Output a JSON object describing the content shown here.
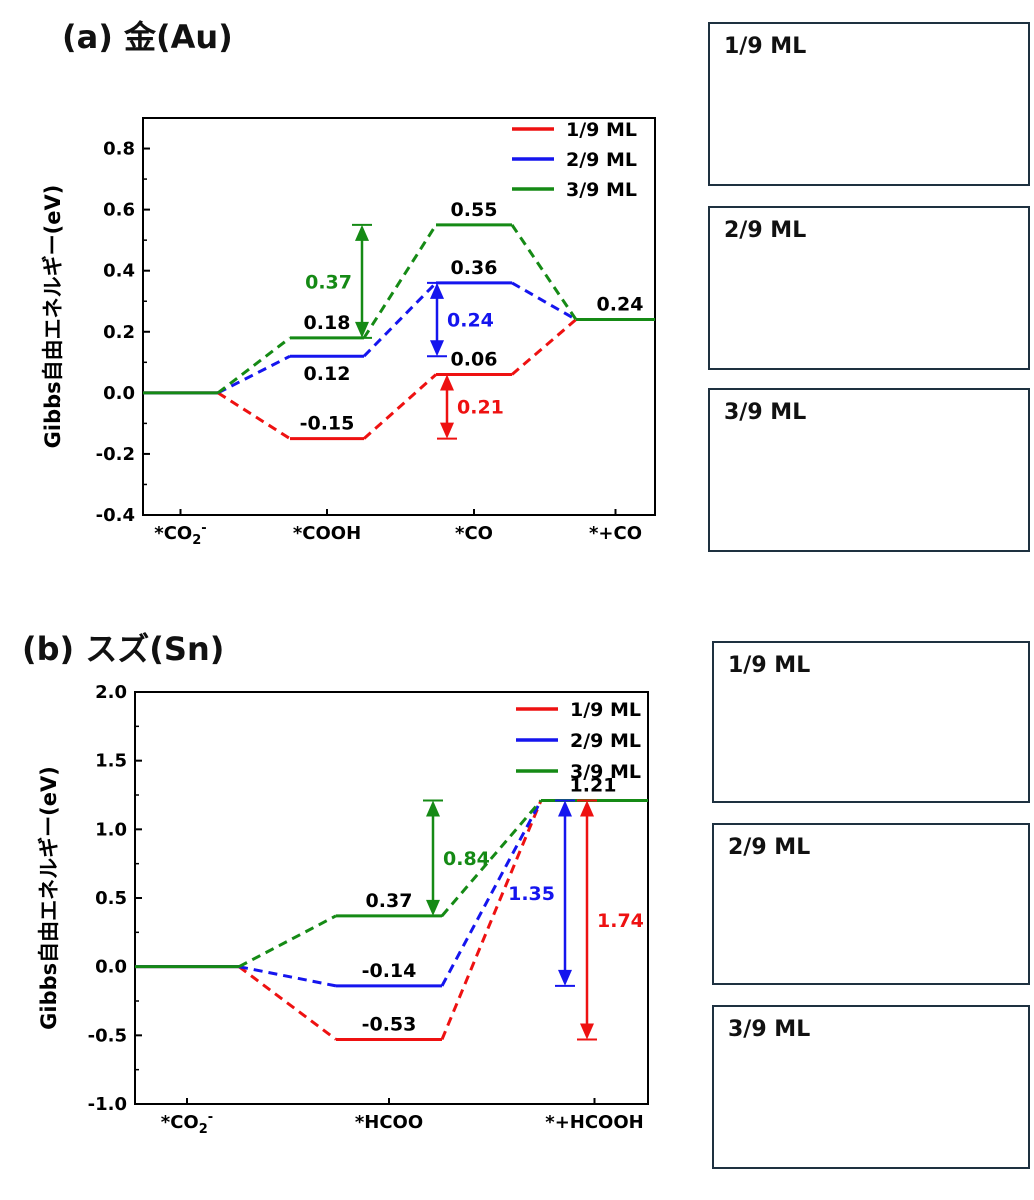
{
  "panel_a": {
    "title": "(a) 金(Au)",
    "structures": [
      {
        "label": "1/9 ML"
      },
      {
        "label": "2/9 ML"
      },
      {
        "label": "3/9 ML"
      }
    ]
  },
  "panel_b": {
    "title": "(b) スズ(Sn)",
    "structures": [
      {
        "label": "1/9 ML"
      },
      {
        "label": "2/9 ML"
      },
      {
        "label": "3/9 ML"
      }
    ]
  },
  "colors": {
    "red": "#ee1111",
    "blue": "#1515ee",
    "green": "#158a15",
    "gold": "#d9a21f",
    "tin": "#8d88a6",
    "oxygen": "#dd1c1c",
    "carbon": "#6b4a2b",
    "hydrogen": "#f3dede"
  },
  "chart_data": [
    {
      "type": "line",
      "title": "(a) 金(Au)",
      "ylabel": "Gibbs自由エネルギー(eV)",
      "xlabel": "",
      "ylim": [
        -0.4,
        0.9
      ],
      "yticks": [
        -0.4,
        -0.2,
        0.0,
        0.2,
        0.4,
        0.6,
        0.8
      ],
      "yticklabels": [
        "-0.4",
        "-0.2",
        "0.0",
        "0.2",
        "0.4",
        "0.6",
        "0.8"
      ],
      "categories": [
        "*CO2-",
        "*COOH",
        "*CO",
        "*+CO"
      ],
      "category_labels": [
        {
          "main": "*CO",
          "sub": "2",
          "sup": "-"
        },
        {
          "main": "*COOH",
          "sub": "",
          "sup": ""
        },
        {
          "main": "*CO",
          "sub": "",
          "sup": ""
        },
        {
          "main": "*+CO",
          "sub": "",
          "sup": ""
        }
      ],
      "legend_position": "top-right",
      "series": [
        {
          "name": "1/9 ML",
          "color": "#ee1111",
          "values": [
            0.0,
            -0.15,
            0.06,
            0.24
          ]
        },
        {
          "name": "2/9 ML",
          "color": "#1515ee",
          "values": [
            0.0,
            0.12,
            0.36,
            0.24
          ]
        },
        {
          "name": "3/9 ML",
          "color": "#158a15",
          "values": [
            0.0,
            0.18,
            0.55,
            0.24
          ]
        }
      ],
      "value_labels": [
        {
          "text": "-0.15",
          "x": 1,
          "y": -0.15,
          "pos": "above"
        },
        {
          "text": "0.12",
          "x": 1,
          "y": 0.12,
          "pos": "below"
        },
        {
          "text": "0.18",
          "x": 1,
          "y": 0.18,
          "pos": "above"
        },
        {
          "text": "0.06",
          "x": 2,
          "y": 0.06,
          "pos": "above"
        },
        {
          "text": "0.36",
          "x": 2,
          "y": 0.36,
          "pos": "above"
        },
        {
          "text": "0.55",
          "x": 2,
          "y": 0.55,
          "pos": "above"
        },
        {
          "text": "0.24",
          "x": 3,
          "y": 0.24,
          "pos": "above"
        }
      ],
      "barriers": [
        {
          "text": "0.37",
          "color": "#158a15",
          "x": 1,
          "from": 0.18,
          "to": 0.55,
          "side": "left"
        },
        {
          "text": "0.24",
          "color": "#1515ee",
          "x": 2,
          "from": 0.12,
          "to": 0.36,
          "side": "right"
        },
        {
          "text": "0.21",
          "color": "#ee1111",
          "x": 2,
          "from": -0.15,
          "to": 0.06,
          "side": "right"
        }
      ]
    },
    {
      "type": "line",
      "title": "(b) スズ(Sn)",
      "ylabel": "Gibbs自由エネルギー(eV)",
      "xlabel": "",
      "ylim": [
        -1.0,
        2.0
      ],
      "yticks": [
        -1.0,
        -0.5,
        0.0,
        0.5,
        1.0,
        1.5,
        2.0
      ],
      "yticklabels": [
        "-1.0",
        "-0.5",
        "0.0",
        "0.5",
        "1.0",
        "1.5",
        "2.0"
      ],
      "categories": [
        "*CO2-",
        "*HCOO",
        "*+HCOOH"
      ],
      "category_labels": [
        {
          "main": "*CO",
          "sub": "2",
          "sup": "-"
        },
        {
          "main": "*HCOO",
          "sub": "",
          "sup": ""
        },
        {
          "main": "*+HCOOH",
          "sub": "",
          "sup": ""
        }
      ],
      "legend_position": "top-right",
      "series": [
        {
          "name": "1/9 ML",
          "color": "#ee1111",
          "values": [
            0.0,
            -0.53,
            1.21
          ]
        },
        {
          "name": "2/9 ML",
          "color": "#1515ee",
          "values": [
            0.0,
            -0.14,
            1.21
          ]
        },
        {
          "name": "3/9 ML",
          "color": "#158a15",
          "values": [
            0.0,
            0.37,
            1.21
          ]
        }
      ],
      "value_labels": [
        {
          "text": "-0.53",
          "x": 1,
          "y": -0.53,
          "pos": "above"
        },
        {
          "text": "-0.14",
          "x": 1,
          "y": -0.14,
          "pos": "above"
        },
        {
          "text": "0.37",
          "x": 1,
          "y": 0.37,
          "pos": "above"
        },
        {
          "text": "1.21",
          "x": 2,
          "y": 1.21,
          "pos": "above"
        }
      ],
      "barriers": [
        {
          "text": "0.84",
          "color": "#158a15",
          "x": 1,
          "from": 0.37,
          "to": 1.21,
          "side": "right"
        },
        {
          "text": "1.35",
          "color": "#1515ee",
          "x": 2,
          "from": -0.14,
          "to": 1.21,
          "side": "left"
        },
        {
          "text": "1.74",
          "color": "#ee1111",
          "x": 2,
          "from": -0.53,
          "to": 1.21,
          "side": "right"
        }
      ]
    }
  ]
}
